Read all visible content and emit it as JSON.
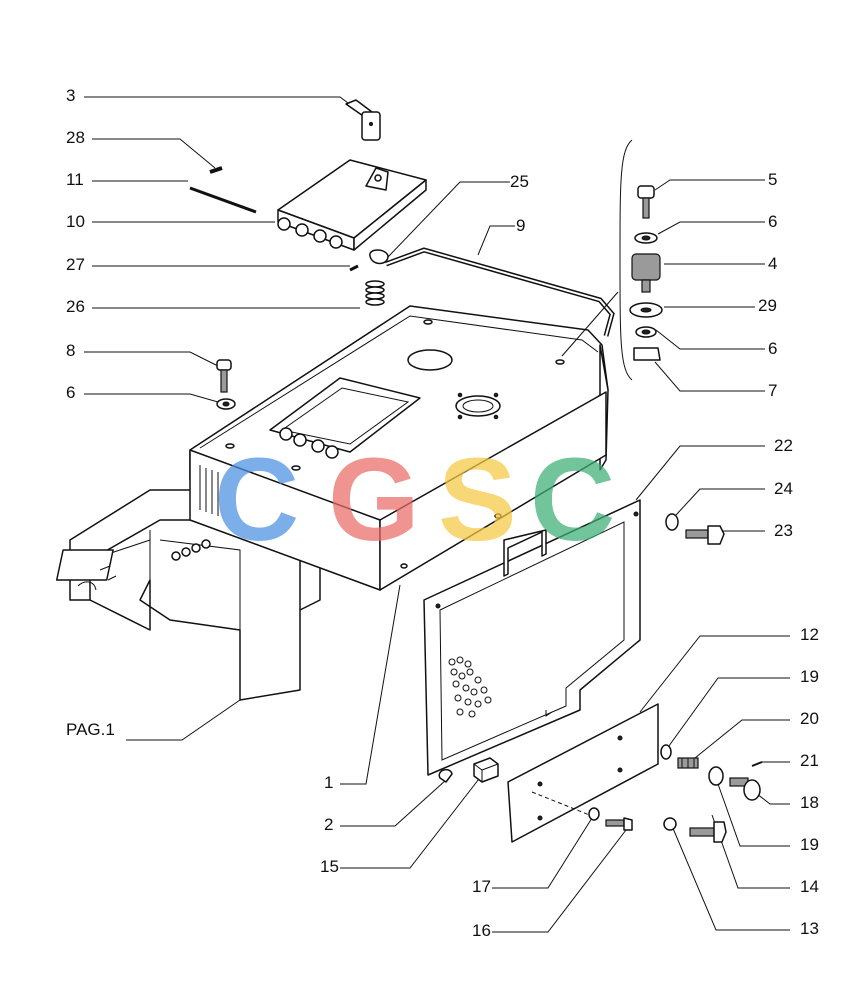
{
  "diagram": {
    "watermark_letters": [
      {
        "char": "C",
        "color": "#4a90e2"
      },
      {
        "char": "G",
        "color": "#ea6b66"
      },
      {
        "char": "S",
        "color": "#f5c842"
      },
      {
        "char": "C",
        "color": "#3cae76"
      }
    ],
    "callouts": [
      {
        "id": "c3",
        "text": "3"
      },
      {
        "id": "c28",
        "text": "28"
      },
      {
        "id": "c11",
        "text": "11"
      },
      {
        "id": "c10",
        "text": "10"
      },
      {
        "id": "c27",
        "text": "27"
      },
      {
        "id": "c26",
        "text": "26"
      },
      {
        "id": "c8",
        "text": "8"
      },
      {
        "id": "c6a",
        "text": "6"
      },
      {
        "id": "c25",
        "text": "25"
      },
      {
        "id": "c9",
        "text": "9"
      },
      {
        "id": "c5",
        "text": "5"
      },
      {
        "id": "c6b",
        "text": "6"
      },
      {
        "id": "c4",
        "text": "4"
      },
      {
        "id": "c29",
        "text": "29"
      },
      {
        "id": "c6c",
        "text": "6"
      },
      {
        "id": "c7",
        "text": "7"
      },
      {
        "id": "c22",
        "text": "22"
      },
      {
        "id": "c24",
        "text": "24"
      },
      {
        "id": "c23",
        "text": "23"
      },
      {
        "id": "c12",
        "text": "12"
      },
      {
        "id": "c19a",
        "text": "19"
      },
      {
        "id": "c20",
        "text": "20"
      },
      {
        "id": "c21",
        "text": "21"
      },
      {
        "id": "c18",
        "text": "18"
      },
      {
        "id": "c19b",
        "text": "19"
      },
      {
        "id": "c14",
        "text": "14"
      },
      {
        "id": "c13",
        "text": "13"
      },
      {
        "id": "cpag",
        "text": "PAG.1"
      },
      {
        "id": "c1",
        "text": "1"
      },
      {
        "id": "c2",
        "text": "2"
      },
      {
        "id": "c15",
        "text": "15"
      },
      {
        "id": "c17",
        "text": "17"
      },
      {
        "id": "c16",
        "text": "16"
      }
    ]
  }
}
